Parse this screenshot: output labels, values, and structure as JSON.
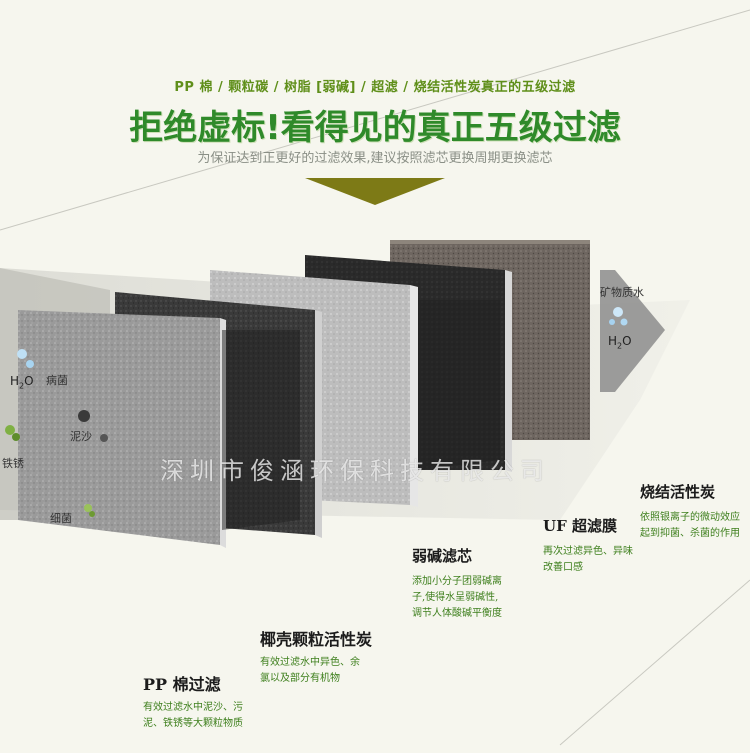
{
  "header": {
    "top_line": "PP 棉 / 颗粒碳 / 树脂 [弱碱] / 超滤 / 烧结活性炭真正的五级过滤",
    "headline": "拒绝虚标!看得见的真正五级过滤",
    "subline": "为保证达到正更好的过滤效果,建议按照滤芯更换周期更换滤芯"
  },
  "left_labels": {
    "h2o_prefix": "H",
    "h2o_sub": "2",
    "h2o_suffix": "O",
    "bacteria": "病菌",
    "mud": "泥沙",
    "rust": "铁锈",
    "germs": "细菌"
  },
  "right_labels": {
    "mineral_water": "矿物质水",
    "h2o_prefix": "H",
    "h2o_sub": "2",
    "h2o_suffix": "O"
  },
  "watermark": "深圳市俊涵环保科技有限公司",
  "stages": [
    {
      "title": "PP 棉过滤",
      "desc": [
        "有效过滤水中泥沙、污",
        "泥、铁锈等大颗粒物质"
      ]
    },
    {
      "title": "椰壳颗粒活性炭",
      "desc": [
        "有效过滤水中异色、余",
        "氯以及部分有机物"
      ]
    },
    {
      "title": "弱碱滤芯",
      "desc": [
        "添加小分子团弱碱离",
        "子,使得水呈弱碱性,",
        "调节人体酸碱平衡度"
      ]
    },
    {
      "title": "UF 超滤膜",
      "desc": [
        "再次过滤异色、异味",
        "改善口感"
      ]
    },
    {
      "title": "烧结活性炭",
      "desc": [
        "依照银离子的微动效应",
        "起到抑菌、杀菌的作用"
      ]
    }
  ],
  "colors": {
    "headline_green": "#2f8a2a",
    "desc_green": "#3d7f1c",
    "arrow_olive": "#7d7a16",
    "background": "#f6f6ee"
  }
}
